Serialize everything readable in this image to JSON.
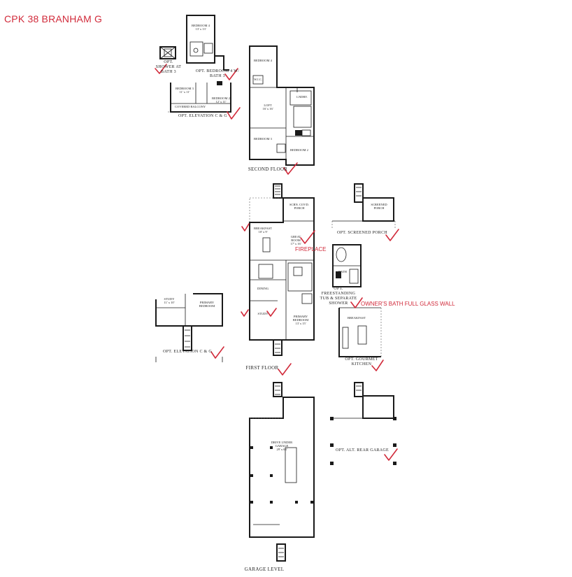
{
  "title": "CPK 38 BRANHAM G",
  "captions": {
    "opt_shower": "OPT. SHOWER AT BATH 3",
    "opt_bedroom4": "OPT. BEDROOM 4 W/ BATH 3",
    "opt_elevation_upper": "OPT. ELEVATION C & G",
    "second_floor": "SECOND FLOOR",
    "opt_screened_porch": "OPT. SCREENED PORCH",
    "opt_freestanding": "OPT. FREESTANDING TUB & SEPARATE SHOWER",
    "opt_elevation_lower": "OPT. ELEVATION C & G",
    "first_floor": "FIRST FLOOR",
    "opt_gourmet": "OPT. GOURMET KITCHEN",
    "opt_alt_rear_garage": "OPT. ALT. REAR GARAGE",
    "garage_level": "GARAGE LEVEL"
  },
  "annotations": {
    "fireplace": "FIREPLACE",
    "owners_bath": "OWNER'S BATH FULL GLASS WALL"
  },
  "rooms": {
    "bedroom4_opt": "BEDROOM 4",
    "bedroom4_opt_dim": "13' x 13'",
    "bedroom3_opt": "BEDROOM 3",
    "bedroom3_opt_dim": "11' x 11'",
    "bedroom2_opt": "BEDROOM 2",
    "bedroom2_opt_dim": "12' x 11'",
    "covered_balcony": "COVERED BALCONY",
    "bedroom4": "BEDROOM 4",
    "loft": "LOFT",
    "loft_dim": "16' x 16'",
    "laundry": "LNDRY.",
    "bedroom3": "BEDROOM 3",
    "bedroom2": "BEDROOM 2",
    "wic": "W.I.C.",
    "scrnd_porch": "SCRN. COVD. PORCH",
    "breakfast": "BREAKFAST",
    "breakfast_dim": "10' x 9'",
    "great_room": "GREAT ROOM",
    "great_room_dim": "17' x 16'",
    "dining": "DINING",
    "study": "STUDY",
    "primary_bedroom": "PRIMARY BEDROOM",
    "primary_bedroom_dim": "13' x 15'",
    "screened_porch": "SCREENED PORCH",
    "study_opt": "STUDY",
    "study_opt_dim": "11' x 10'",
    "primary_bedroom_opt": "PRIMARY BEDROOM",
    "breakfast_opt": "BREAKFAST",
    "drive_under_garage": "DRIVE UNDER GARAGE",
    "garage_dim": "29' x 63'",
    "bath": "BATH"
  },
  "colors": {
    "accent": "#d12a3a",
    "ink": "#1a1a1a"
  }
}
